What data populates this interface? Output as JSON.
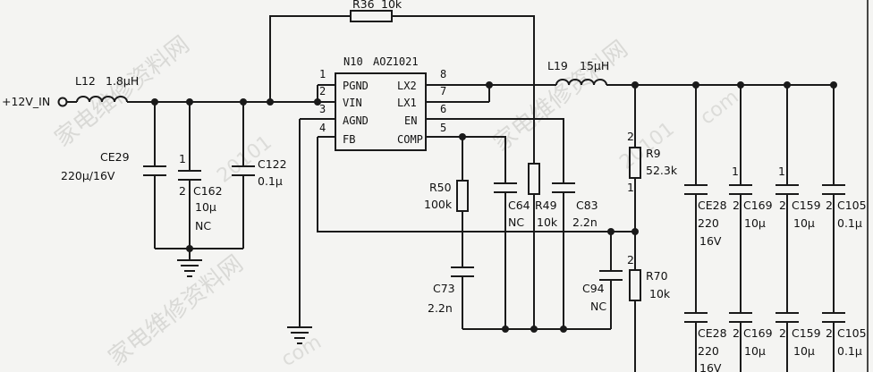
{
  "chip": {
    "designator": "N10",
    "part": "AOZ1021",
    "pins_left": [
      {
        "num": "1",
        "name": "PGND"
      },
      {
        "num": "2",
        "name": "VIN"
      },
      {
        "num": "3",
        "name": "AGND"
      },
      {
        "num": "4",
        "name": "FB"
      }
    ],
    "pins_right": [
      {
        "num": "8",
        "name": "LX2"
      },
      {
        "num": "7",
        "name": "LX1"
      },
      {
        "num": "6",
        "name": "EN"
      },
      {
        "num": "5",
        "name": "COMP"
      }
    ]
  },
  "input_label": "+12V_IN",
  "components": {
    "r36": {
      "ref": "R36",
      "value": "10k"
    },
    "l12": {
      "ref": "L12",
      "value": "1.8μH"
    },
    "l19": {
      "ref": "L19",
      "value": "15μH"
    },
    "ce29": {
      "ref": "CE29",
      "value": "220μ/16V"
    },
    "c162": {
      "ref": "C162",
      "value": "10μ",
      "note": "NC"
    },
    "c122": {
      "ref": "C122",
      "value": "0.1μ"
    },
    "r50": {
      "ref": "R50",
      "value": "100k"
    },
    "c64": {
      "ref": "C64",
      "value": "NC"
    },
    "r49": {
      "ref": "R49",
      "value": "10k"
    },
    "c83": {
      "ref": "C83",
      "value": "2.2n"
    },
    "c73": {
      "ref": "C73",
      "value": "2.2n"
    },
    "r9": {
      "ref": "R9",
      "value": "52.3k"
    },
    "r70": {
      "ref": "R70",
      "value": "10k"
    },
    "c94": {
      "ref": "C94",
      "value": "NC"
    },
    "ce28": {
      "ref": "CE28",
      "value": "220",
      "rating": "16V"
    },
    "c169": {
      "ref": "C169",
      "value": "10μ"
    },
    "c159": {
      "ref": "C159",
      "value": "10μ"
    },
    "c105": {
      "ref": "C105",
      "value": "0.1μ"
    }
  },
  "pin_marks": {
    "one": "1",
    "two": "2"
  },
  "watermarks": [
    "家电维修资料网",
    "20101",
    "com"
  ]
}
